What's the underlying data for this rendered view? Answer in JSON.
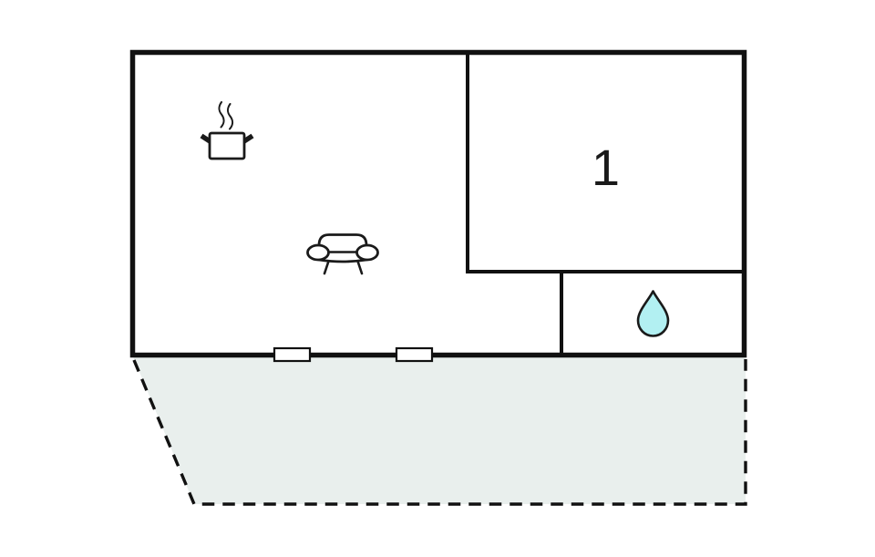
{
  "floor_plan": {
    "rooms": [
      {
        "name": "living-room-kitchen",
        "label": "",
        "icons": [
          "cooking-pot-icon",
          "sofa-icon"
        ]
      },
      {
        "name": "room-1",
        "label": "1",
        "icons": []
      },
      {
        "name": "bathroom",
        "label": "",
        "icons": [
          "water-drop-icon"
        ]
      }
    ],
    "terrace": {
      "name": "terrace",
      "outline": "dashed"
    },
    "windows_count": 2
  },
  "theme": {
    "background": "#ffffff",
    "wall": "#111111",
    "icon": "#1a1a1a",
    "label": "#1a1a1a",
    "terrace_fill": "#e9efed",
    "drop_fill": "#b2f0f2"
  }
}
